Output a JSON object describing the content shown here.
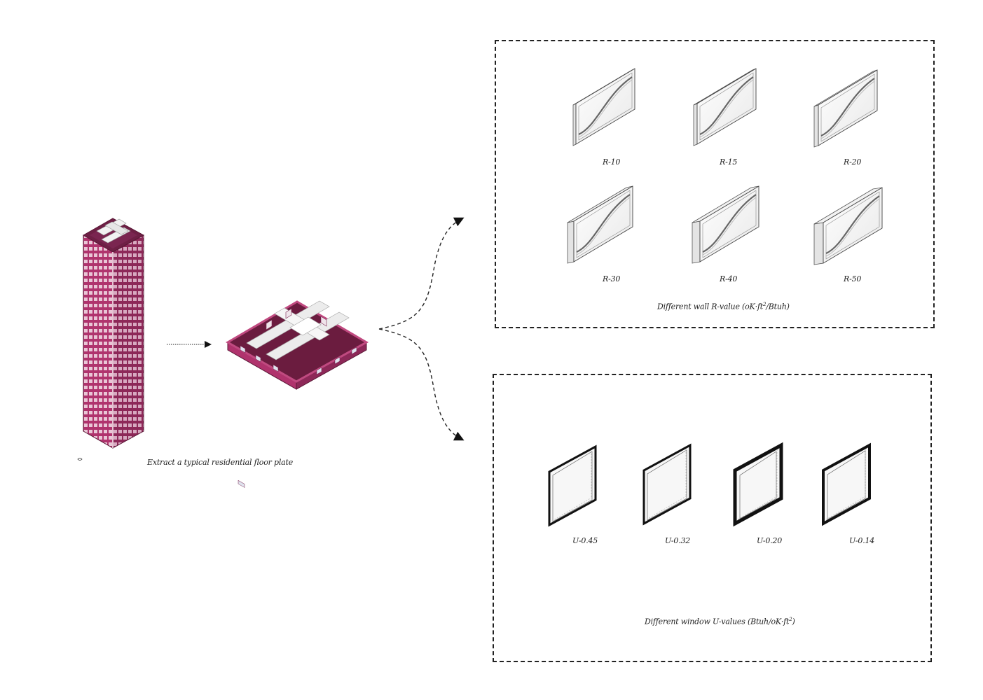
{
  "extract_caption": "Extract a typical residential floor plate",
  "wall": {
    "caption_a": "Different wall R-value (oK·ft",
    "caption_sup": "2",
    "caption_b": "/Btuh)",
    "items": [
      "R-10",
      "R-15",
      "R-20",
      "R-30",
      "R-40",
      "R-50"
    ]
  },
  "window": {
    "caption_a": "Different window U-values (Btuh/oK·ft",
    "caption_sup": "2",
    "caption_b": ")",
    "items": [
      "U-0.45",
      "U-0.32",
      "U-0.20",
      "U-0.14"
    ]
  },
  "colors": {
    "facade": "#b0336d",
    "facade_dark": "#6e1f45",
    "floor": "#6b1c3f",
    "core": "#ececec",
    "glass": "#dfe3ee"
  }
}
